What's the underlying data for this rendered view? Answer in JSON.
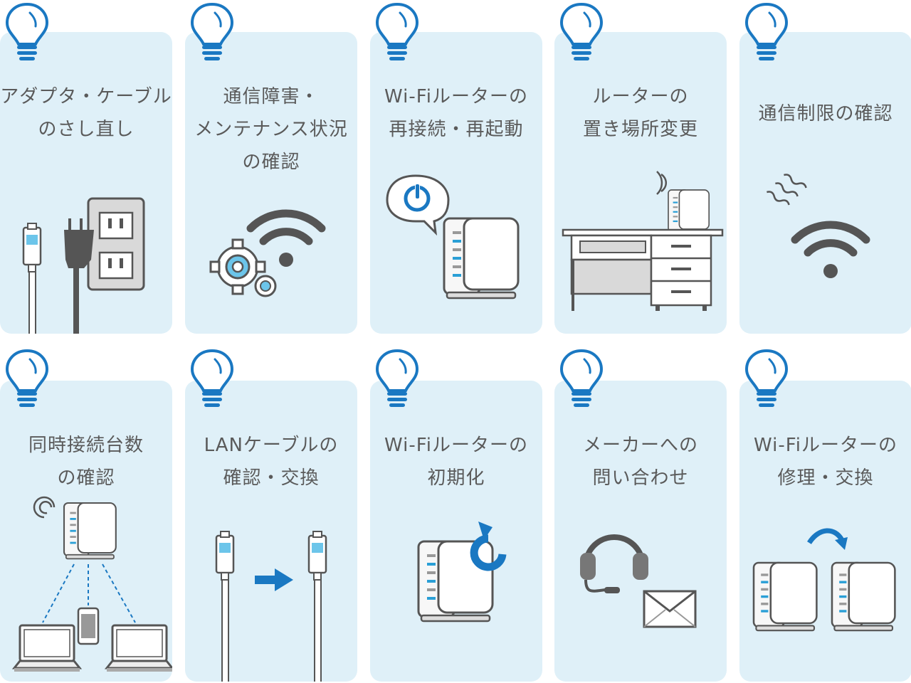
{
  "cards": [
    {
      "title": "アダプタ・ケーブル\nのさし直し",
      "illustration": "outlet-and-cables"
    },
    {
      "title": "通信障害・\nメンテナンス状況\nの確認",
      "illustration": "wifi-gears"
    },
    {
      "title": "Wi-Fiルーターの\n再接続・再起動",
      "illustration": "router-power"
    },
    {
      "title": "ルーターの\n置き場所変更",
      "illustration": "router-on-desk"
    },
    {
      "title": "通信制限の確認",
      "illustration": "wifi-weak-signal"
    },
    {
      "title": "同時接続台数\nの確認",
      "illustration": "router-devices"
    },
    {
      "title": "LANケーブルの\n確認・交換",
      "illustration": "lan-cable-swap"
    },
    {
      "title": "Wi-Fiルーターの\n初期化",
      "illustration": "router-reset"
    },
    {
      "title": "メーカーへの\n問い合わせ",
      "illustration": "headset-mail"
    },
    {
      "title": "Wi-Fiルーターの\n修理・交換",
      "illustration": "router-replace"
    }
  ],
  "colors": {
    "card_bg": "#dff0f8",
    "accent_blue": "#1a78c2",
    "text_gray": "#5a5a5a",
    "icon_gray": "#555555"
  }
}
